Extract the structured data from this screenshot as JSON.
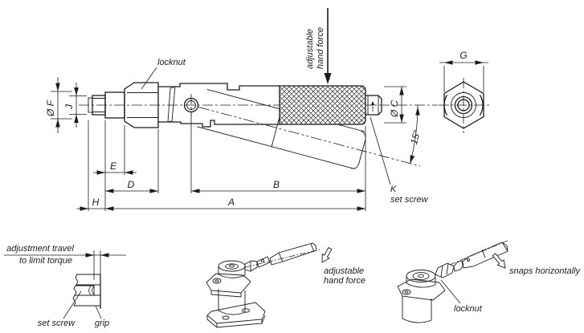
{
  "colors": {
    "ink": "#1c1c1c",
    "paper": "#ffffff"
  },
  "main_view": {
    "locknut_label": "locknut",
    "force_arrow": {
      "line1": "adjustable",
      "line2": "hand force"
    },
    "angle_label": "15°",
    "set_screw_callout": {
      "letter": "K",
      "label": "set screw"
    },
    "dimensions": {
      "A": "A",
      "B": "B",
      "C": "Ø C",
      "D": "D",
      "E": "E",
      "F": "Ø F",
      "G": "G",
      "H": "H",
      "J": "J"
    }
  },
  "section_detail": {
    "note_line1": "adjustment travel",
    "note_line2": "to limit torque",
    "set_screw_label": "set screw",
    "grip_label": "grip"
  },
  "iso_straight": {
    "force_label": {
      "line1": "adjustable",
      "line2": "hand force"
    }
  },
  "iso_snapped": {
    "snap_label": "snaps horizontally",
    "locknut_label": "locknut"
  }
}
